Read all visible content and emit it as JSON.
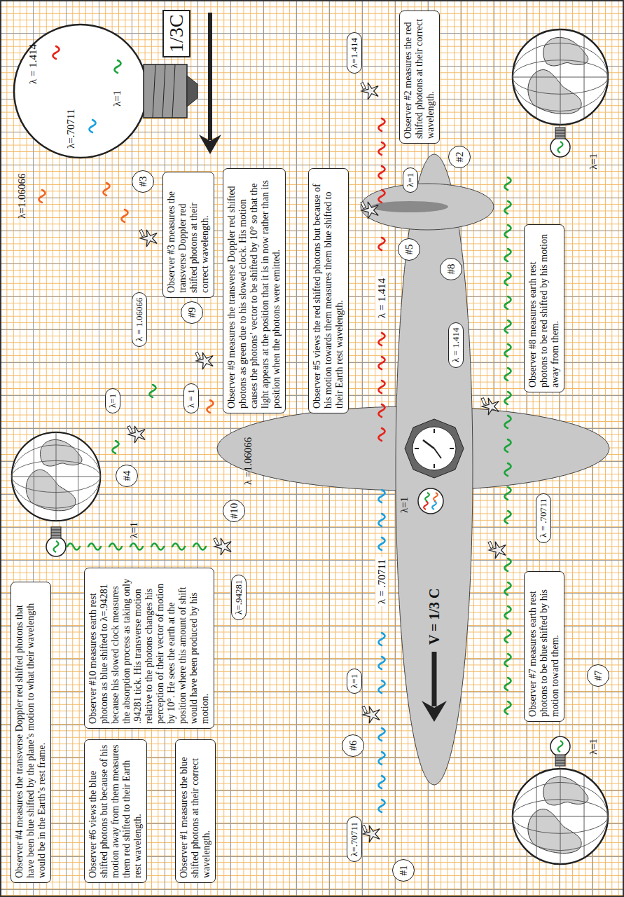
{
  "diagram": {
    "nodes": [
      {
        "text": [
          "Observer #4 measures the transverse Doppler red shifted photons that have been blue shifted by the plane’s motion to what their wavelength would be in the Earth’s rest frame."
        ]
      },
      {
        "text": [
          "Observer #10 measures earth rest photons as blue shifted to λ=.94281 because his slowed clock measures the absorption process as taking only .94281 tick. His transverse motion relative to the photons changes his perception of their vector of motion by 10°. He sees the earth at the position where this amount of shift would have been produced by his motion."
        ]
      },
      {
        "text": [
          "Observer #6 views the blue shifted photons but because of his motion away from them measures them red shifted to their Earth rest wavelength."
        ]
      },
      {
        "text": [
          "Observer #1 measures the blue shifted photons at their correct wavelength."
        ]
      },
      {
        "text": [
          "Observer #3 measures the transverse Doppler red shifted photons at their correct wavelength."
        ]
      },
      {
        "text": [
          "Observer #9 measures the transverse Doppler red shifted photons as green due to his slowed clock. His motion causes the photons’ vector to be shifted by 10° so that the light appears at the position that it is in now rather than its position when the photons were emitted."
        ]
      },
      {
        "text": [
          "Observer #5 views the red shifted photons but because of his motion towards them measures them blue shifted to their Earth rest wavelength."
        ]
      },
      {
        "text": [
          "Observer #2 measures the red shifted photons at their correct wavelength."
        ]
      },
      {
        "text": [
          "Observer #7 measures earth rest photons to be blue shifted by his motion toward them."
        ]
      },
      {
        "text": [
          "Observer #8 measures earth rest photons to be red shifted by his motion away from them."
        ]
      },
      {
        "text": [
          "1/3C"
        ]
      },
      {
        "text": [
          "λ=1"
        ]
      },
      {
        "text": [
          "λ=.94281"
        ]
      },
      {
        "text": [
          "λ=1"
        ]
      },
      {
        "text": [
          "λ=.70711"
        ]
      },
      {
        "text": [
          "λ = 1.06066"
        ]
      },
      {
        "text": [
          "λ = 1"
        ]
      },
      {
        "text": [
          "λ=1"
        ]
      },
      {
        "text": [
          "λ=1.414"
        ]
      },
      {
        "text": [
          "λ = 1.414"
        ]
      },
      {
        "text": [
          "λ = .70711"
        ]
      }
    ],
    "labels": [
      "λ=1.06066",
      "λ = 1.414",
      "λ=1",
      "λ=.70711",
      "λ =1.06066",
      "λ = 1.414",
      "λ = .70711",
      "λ=1",
      "λ=1",
      "V = 1/3 C",
      "λ=1",
      "λ=1",
      "#4",
      "#10",
      "#6",
      "#1",
      "#3",
      "#9",
      "#5",
      "#2",
      "#8",
      "#7"
    ]
  }
}
